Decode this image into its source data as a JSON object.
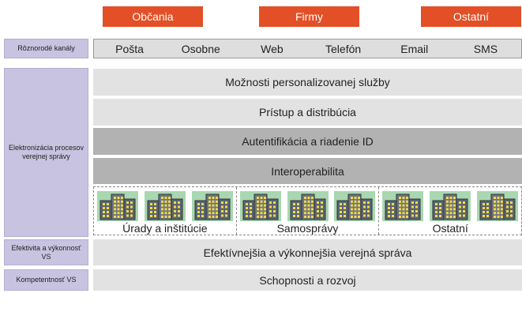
{
  "top_tabs": [
    "Občania",
    "Firmy",
    "Ostatní"
  ],
  "side_labels": {
    "channels": "Rôznorodé kanály",
    "electronization": "Elektronizácia procesov verejnej správy",
    "efficiency": "Efektivita a výkonnosť VS",
    "competence": "Kompetentnosť VS"
  },
  "channels": [
    "Pošta",
    "Osobne",
    "Web",
    "Telefón",
    "Email",
    "SMS"
  ],
  "layers": [
    "Možnosti personalizovanej služby",
    "Prístup a distribúcia",
    "Autentifikácia a riadenie ID",
    "Interoperabilita"
  ],
  "groups": [
    "Úrady a inštitúcie",
    "Samosprávy",
    "Ostatní"
  ],
  "bottom_bands": [
    "Efektívnejšia a výkonnejšia verejná správa",
    "Schopnosti a rozvoj"
  ],
  "colors": {
    "accent": "#e34f26",
    "side": "#c7c3e0",
    "band_light": "#e2e2e2",
    "band_mid": "#cecece",
    "band_dark": "#b2b2b2"
  }
}
